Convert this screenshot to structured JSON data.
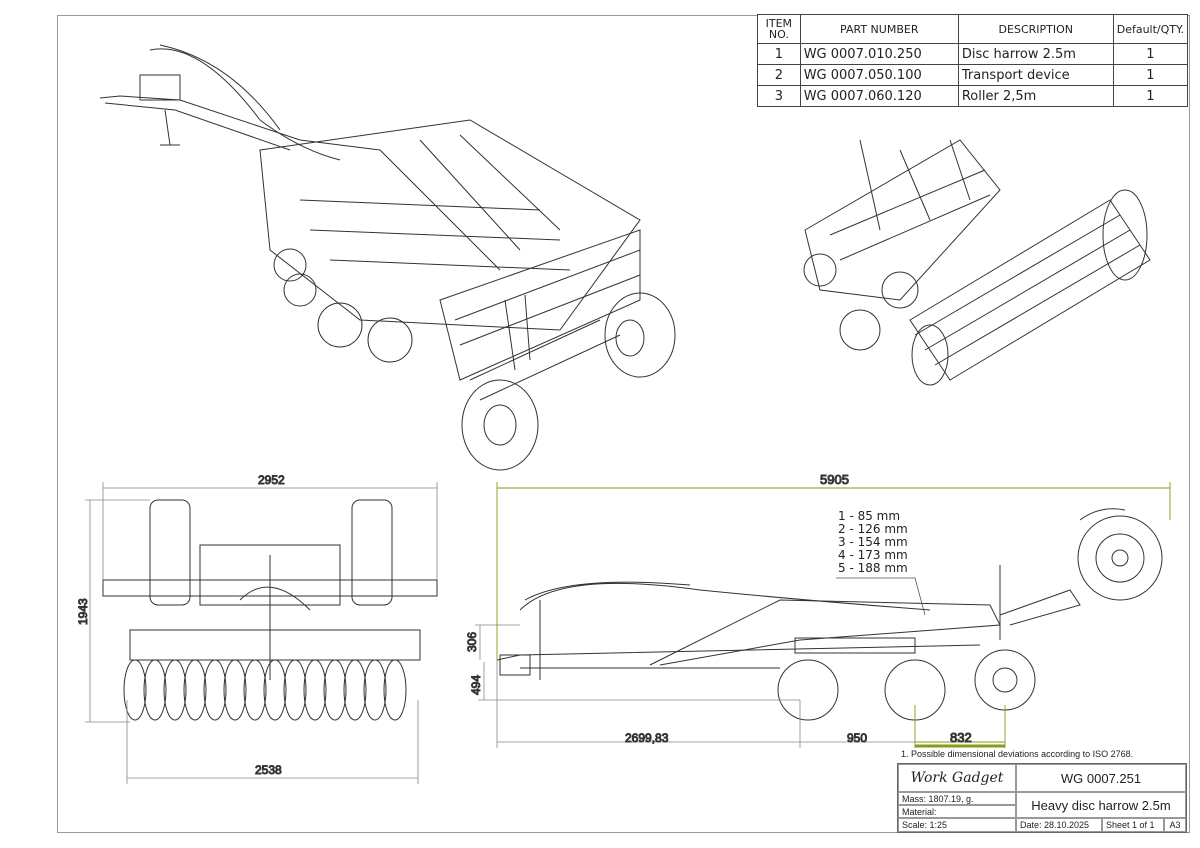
{
  "bom": {
    "headers": {
      "item": "ITEM NO.",
      "part": "PART NUMBER",
      "desc": "DESCRIPTION",
      "qty": "Default/QTY."
    },
    "rows": [
      {
        "item": "1",
        "part": "WG 0007.010.250",
        "desc": "Disc harrow 2.5m",
        "qty": "1"
      },
      {
        "item": "2",
        "part": "WG 0007.050.100",
        "desc": "Transport device",
        "qty": "1"
      },
      {
        "item": "3",
        "part": "WG 0007.060.120",
        "desc": "Roller 2,5m",
        "qty": "1"
      }
    ]
  },
  "dimensions": {
    "front_width": "2952",
    "front_height": "1943",
    "front_disc_width": "2538",
    "side_total": "5905",
    "side_h1": "306",
    "side_h2": "494",
    "side_d1": "2699,83",
    "side_d2": "950",
    "side_d3": "832"
  },
  "legend": [
    "1 - 85 mm",
    "2 - 126 mm",
    "3 - 154 mm",
    "4 - 173 mm",
    "5 - 188 mm"
  ],
  "note": "1. Possible dimensional deviations according to ISO 2768.",
  "title_block": {
    "company": "Work Gadget",
    "drawing_no": "WG 0007.251",
    "mass": "Mass: 1807.19, g.",
    "material": "Material:",
    "title": "Heavy disc harrow 2.5m",
    "scale": "Scale: 1:25",
    "date": "Date: 28.10.2025",
    "sheet": "Sheet 1 of 1",
    "size": "A3"
  },
  "colors": {
    "line": "#333333",
    "dim": "#777777",
    "dim_accent": "#8a9a1a"
  }
}
